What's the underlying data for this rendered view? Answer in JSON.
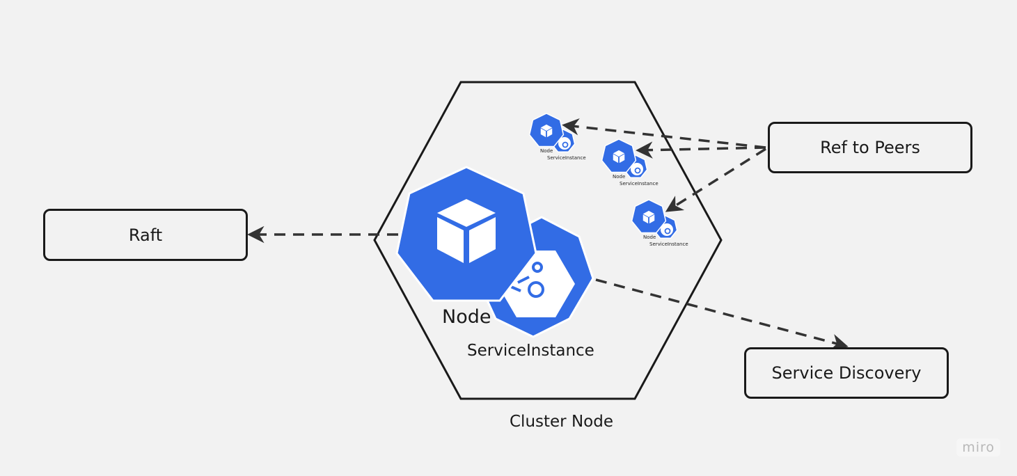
{
  "boxes": {
    "raft": "Raft",
    "peers": "Ref to Peers",
    "discovery": "Service Discovery"
  },
  "cluster": {
    "label": "Cluster Node",
    "main_node_label": "Node",
    "main_service_label": "ServiceInstance"
  },
  "peer_nodes": [
    {
      "node_label": "Node",
      "service_label": "ServiceInstance"
    },
    {
      "node_label": "Node",
      "service_label": "ServiceInstance"
    },
    {
      "node_label": "Node",
      "service_label": "ServiceInstance"
    }
  ],
  "watermark": "miro",
  "colors": {
    "node_blue": "#326ce5",
    "line": "#333333",
    "outline": "#1a1a1a",
    "background": "#f2f2f2"
  }
}
